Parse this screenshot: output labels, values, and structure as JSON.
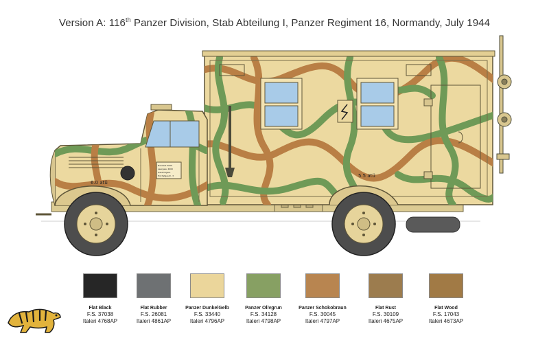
{
  "title": {
    "prefix": "Version A: 116",
    "superscript": "th",
    "rest": " Panzer Division, Stab Abteilung I, Panzer Regiment 16, Normandy, July 1944"
  },
  "vehicle": {
    "hood_marking": "6.0 atü",
    "rear_marking": "5.5 atü",
    "plate_lines": [
      "Nutzlast 3000",
      "Leergew. 4000",
      "Gesamtgew.",
      "Höchstgesch. 3"
    ],
    "body_color": "#ecd9a0",
    "camo_green": "#6f9a57",
    "camo_brown": "#b97f45"
  },
  "palette": [
    {
      "name": "Flat Black",
      "fs": "F.S. 37038",
      "code": "Italeri 4768AP",
      "color": "#262626"
    },
    {
      "name": "Flat Rubber",
      "fs": "F.S. 26081",
      "code": "Italeri 4861AP",
      "color": "#6e7173"
    },
    {
      "name": "Panzer DunkelGelb",
      "fs": "F.S. 33440",
      "code": "Italeri 4796AP",
      "color": "#ebd69b"
    },
    {
      "name": "Panzer Olivgrun",
      "fs": "F.S. 34128",
      "code": "Italeri 4798AP",
      "color": "#87a063"
    },
    {
      "name": "Panzer Schokobraun",
      "fs": "F.S. 30045",
      "code": "Italeri 4797AP",
      "color": "#b88550"
    },
    {
      "name": "Flat Rust",
      "fs": "F.S. 30109",
      "code": "Italeri 4675AP",
      "color": "#9c7c4e"
    },
    {
      "name": "Flat Wood",
      "fs": "F.S. 17043",
      "code": "Italeri 4673AP",
      "color": "#a17a45"
    }
  ],
  "logo": {
    "icon": "tiger-icon"
  }
}
